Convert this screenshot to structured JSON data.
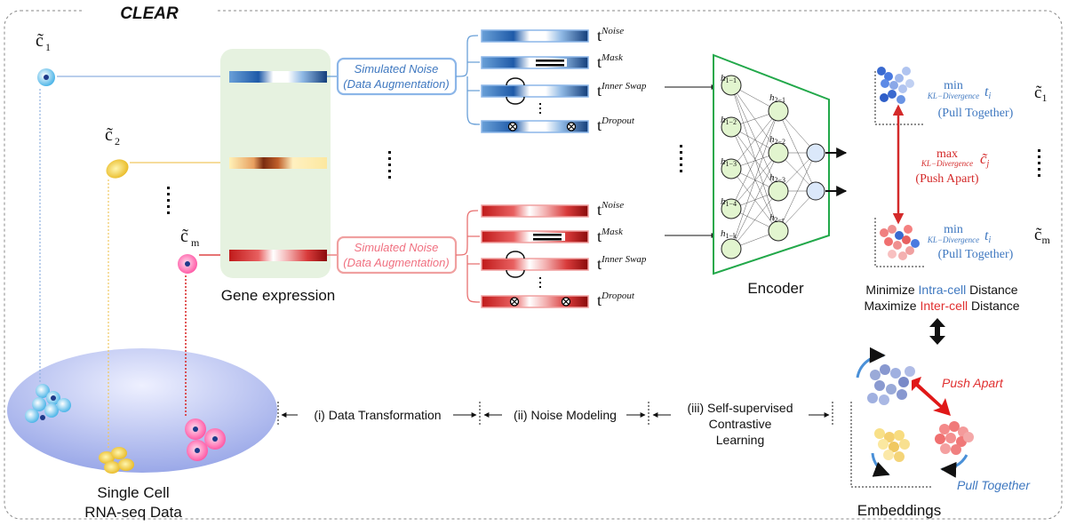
{
  "title": "CLEAR",
  "cells": {
    "c1": "c̃",
    "c1_sub": "1",
    "c2": "c̃",
    "c2_sub": "2",
    "cm": "c̃",
    "cm_sub": "m"
  },
  "gene_expression_label": "Gene expression",
  "source_label": {
    "line1": "Single Cell",
    "line2": "RNA-seq Data"
  },
  "augmentation": {
    "line1": "Simulated Noise",
    "line2": "(Data Augmentation)"
  },
  "transforms": {
    "noise": "Noise",
    "mask": "Mask",
    "inner_swap": "Inner Swap",
    "dropout": "Dropout",
    "t": "t"
  },
  "encoder": {
    "label": "Encoder",
    "layer1": [
      "1−1",
      "1−2",
      "1−3",
      "1−4",
      "1−k"
    ],
    "layer2": [
      "2−1",
      "2−2",
      "2−3",
      "2−r"
    ],
    "h": "h"
  },
  "losses": {
    "min": "min",
    "max": "max",
    "kl": "KL−Divergence",
    "pull": "(Pull Together)",
    "push": "(Push Apart)",
    "t_i": "t",
    "t_i_sub": "i",
    "c_j": "c̃",
    "c_j_sub": "j"
  },
  "objective": {
    "line1_a": "Minimize ",
    "line1_b": "Intra-cell",
    "line1_c": " Distance",
    "line2_a": "Maximize ",
    "line2_b": "Inter-cell",
    "line2_c": " Distance"
  },
  "pipeline": {
    "step1": "(i) Data Transformation",
    "step2": "(ii) Noise Modeling",
    "step3_line1": "(iii) Self-supervised",
    "step3_line2": "Contrastive",
    "step3_line3": "Learning"
  },
  "embeddings": {
    "label": "Embeddings",
    "push_apart": "Push Apart",
    "pull_together": "Pull Together"
  },
  "colors": {
    "blue": "#2e6fb5",
    "red": "#d42a2a",
    "green": "#1a9e4a",
    "text_blue": "#3f78c0",
    "label_red": "#e03030"
  }
}
